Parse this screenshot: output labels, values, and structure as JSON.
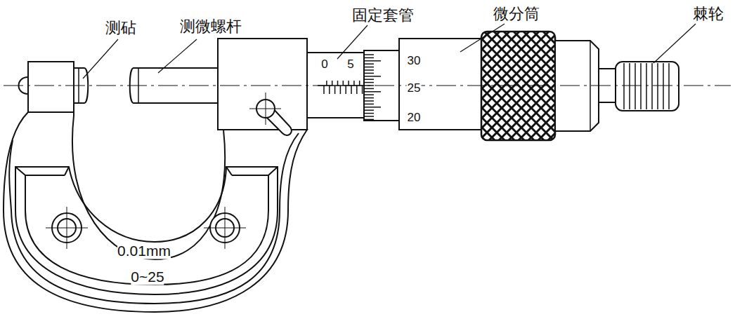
{
  "diagram": {
    "labels": [
      "测砧",
      "测微螺杆",
      "固定套管",
      "微分筒",
      "棘轮",
      "0",
      "5",
      "30",
      "25",
      "20",
      "0.01mm",
      "0~25"
    ]
  }
}
